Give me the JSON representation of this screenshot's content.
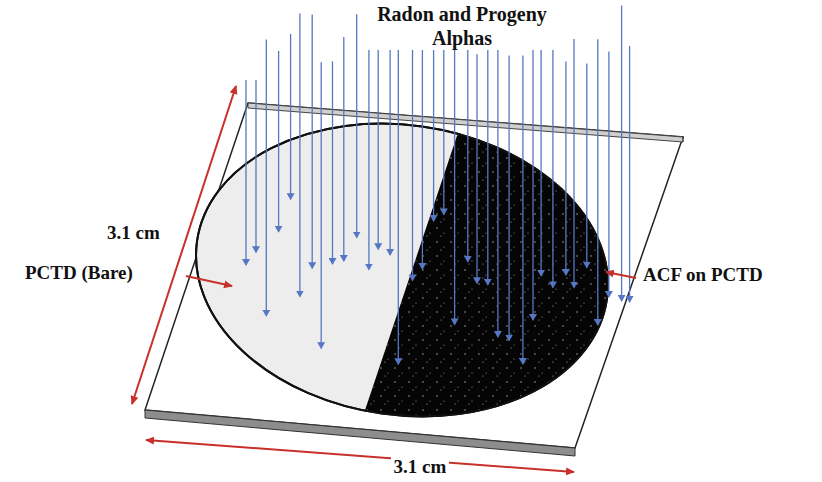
{
  "diagram": {
    "labels": [
      "Radon and Progeny Alphas",
      "3.1 cm",
      "PCTD (Bare)",
      "ACF on PCTD",
      "3.1 cm"
    ]
  }
}
